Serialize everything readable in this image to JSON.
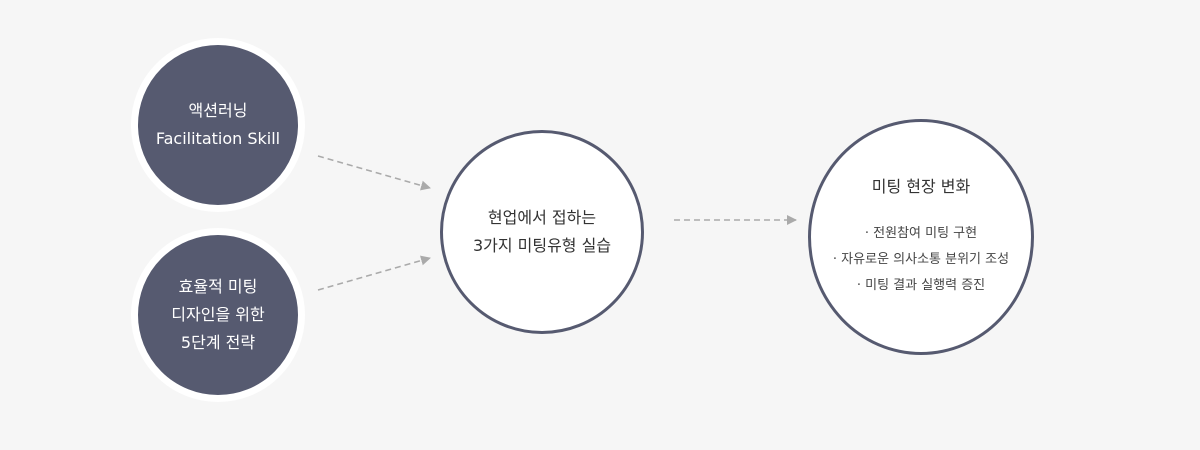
{
  "colors": {
    "background": "#f6f6f6",
    "dark_circle": "#565a70",
    "light_circle_border": "#565a70",
    "arrow": "#aaaaaa"
  },
  "nodes": {
    "action_learning": {
      "lines": [
        "액션러닝",
        "Facilitation Skill"
      ]
    },
    "efficient_meeting": {
      "lines": [
        "효율적 미팅",
        "디자인을 위한",
        "5단계 전략"
      ]
    },
    "practice": {
      "lines": [
        "현업에서 접하는",
        "3가지 미팅유형 실습"
      ]
    },
    "change": {
      "title": "미팅 현장 변화",
      "items": [
        "· 전원참여 미팅 구현",
        "· 자유로운 의사소통 분위기 조성",
        "· 미팅 결과 실행력 증진"
      ]
    }
  }
}
